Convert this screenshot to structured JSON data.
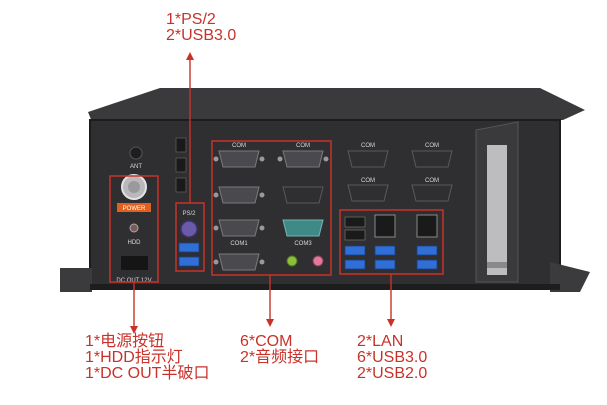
{
  "callouts": {
    "top": {
      "line1": "1*PS/2",
      "line2": "2*USB3.0"
    },
    "bottom_left": {
      "line1": "1*电源按钮",
      "line2": "1*HDD指示灯",
      "line3": "1*DC OUT半破口"
    },
    "bottom_mid": {
      "line1": "6*COM",
      "line2": "2*音频接口"
    },
    "bottom_right": {
      "line1": "2*LAN",
      "line2": "6*USB3.0",
      "line3": "2*USB2.0"
    }
  },
  "panel_labels": {
    "ant": "ANT",
    "power": "POWER",
    "hdd": "HDD",
    "dc_out": "DC OUT 12V",
    "ps2": "PS/2",
    "com": "COM",
    "com1": "COM1",
    "com3": "COM3"
  },
  "colors": {
    "accent": "#c8322a",
    "chassis": "#2e2e30",
    "power_label": "#e0611f",
    "usb_blue": "#2f6fd6",
    "ps2_purple": "#6a5aa8",
    "audio_green": "#8bbf3a",
    "audio_pink": "#e07a9b"
  }
}
